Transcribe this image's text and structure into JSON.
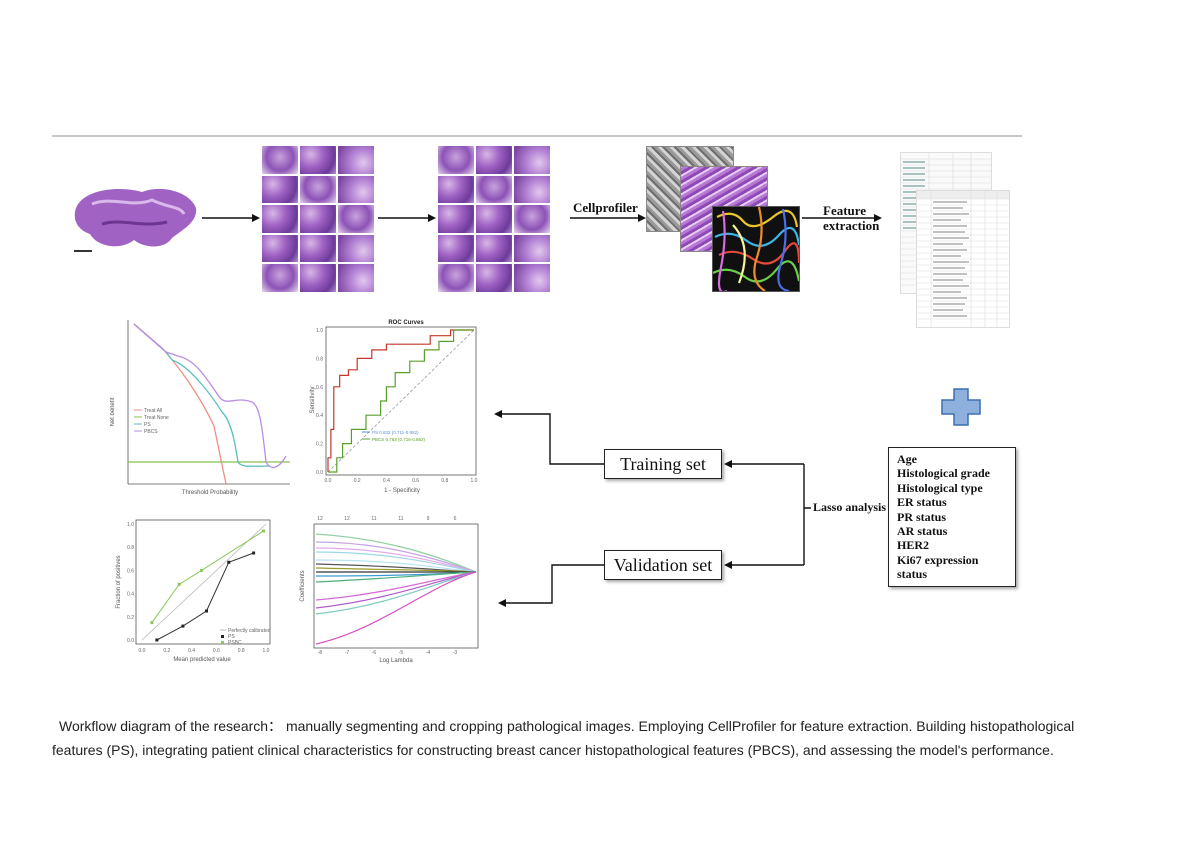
{
  "pipeline": {
    "cellprofiler_label": "Cellprofiler",
    "feature_label": "Feature\nextraction",
    "feature_line1": "Feature",
    "feature_line2": "extraction"
  },
  "roc": {
    "title": "ROC Curves",
    "xlabel": "1 - Specificity",
    "ylabel": "Sensitivity",
    "x_ticks": [
      "0.0",
      "0.2",
      "0.4",
      "0.6",
      "0.8",
      "1.0"
    ],
    "y_ticks": [
      "0.0",
      "0.2",
      "0.4",
      "0.6",
      "0.8",
      "1.0"
    ],
    "legend": [
      "PS 0.832 (0.711-0.952)",
      "PBCS 0.763 (0.716-0.862)"
    ]
  },
  "dca": {
    "xlabel": "Threshold Probability",
    "ylabel": "Net benefit",
    "legend": [
      "Treat All",
      "Treat None",
      "PS",
      "PBCS"
    ]
  },
  "calibration": {
    "xlabel": "Mean predicted value",
    "ylabel": "Fraction of positives",
    "x_ticks": [
      "0.0",
      "0.2",
      "0.4",
      "0.6",
      "0.8",
      "1.0"
    ],
    "y_ticks": [
      "0.0",
      "0.2",
      "0.4",
      "0.6",
      "0.8",
      "1.0"
    ],
    "legend": [
      "Perfectly calibrated",
      "PS",
      "PSBC"
    ]
  },
  "lasso": {
    "xlabel": "Log Lambda",
    "ylabel": "Coefficients",
    "top_ticks": [
      "12",
      "12",
      "11",
      "11",
      "9",
      "6"
    ],
    "x_ticks": [
      "-8",
      "-7",
      "-6",
      "-5",
      "-4",
      "-3"
    ]
  },
  "sets": {
    "training": "Training set",
    "validation": "Validation set",
    "lasso_label": "Lasso analysis"
  },
  "clinical": {
    "items": [
      "Age",
      "Histological grade",
      "Histological type",
      "ER status",
      "PR status",
      "AR status",
      "HER2",
      "Ki67 expression",
      "status"
    ]
  },
  "caption": {
    "line1": "Workflow diagram of the research：  manually segmenting and cropping pathological images. Employing CellProfiler for feature extraction. Building histopathological",
    "line2": "features (PS), integrating patient clinical characteristics for constructing breast cancer histopathological features (PBCS), and assessing the model's performance."
  },
  "colors": {
    "he_purple": "#9b5cc3",
    "roc_red": "#c0392b",
    "roc_green": "#5aa02c",
    "plus_blue": "#8fb0dc"
  }
}
